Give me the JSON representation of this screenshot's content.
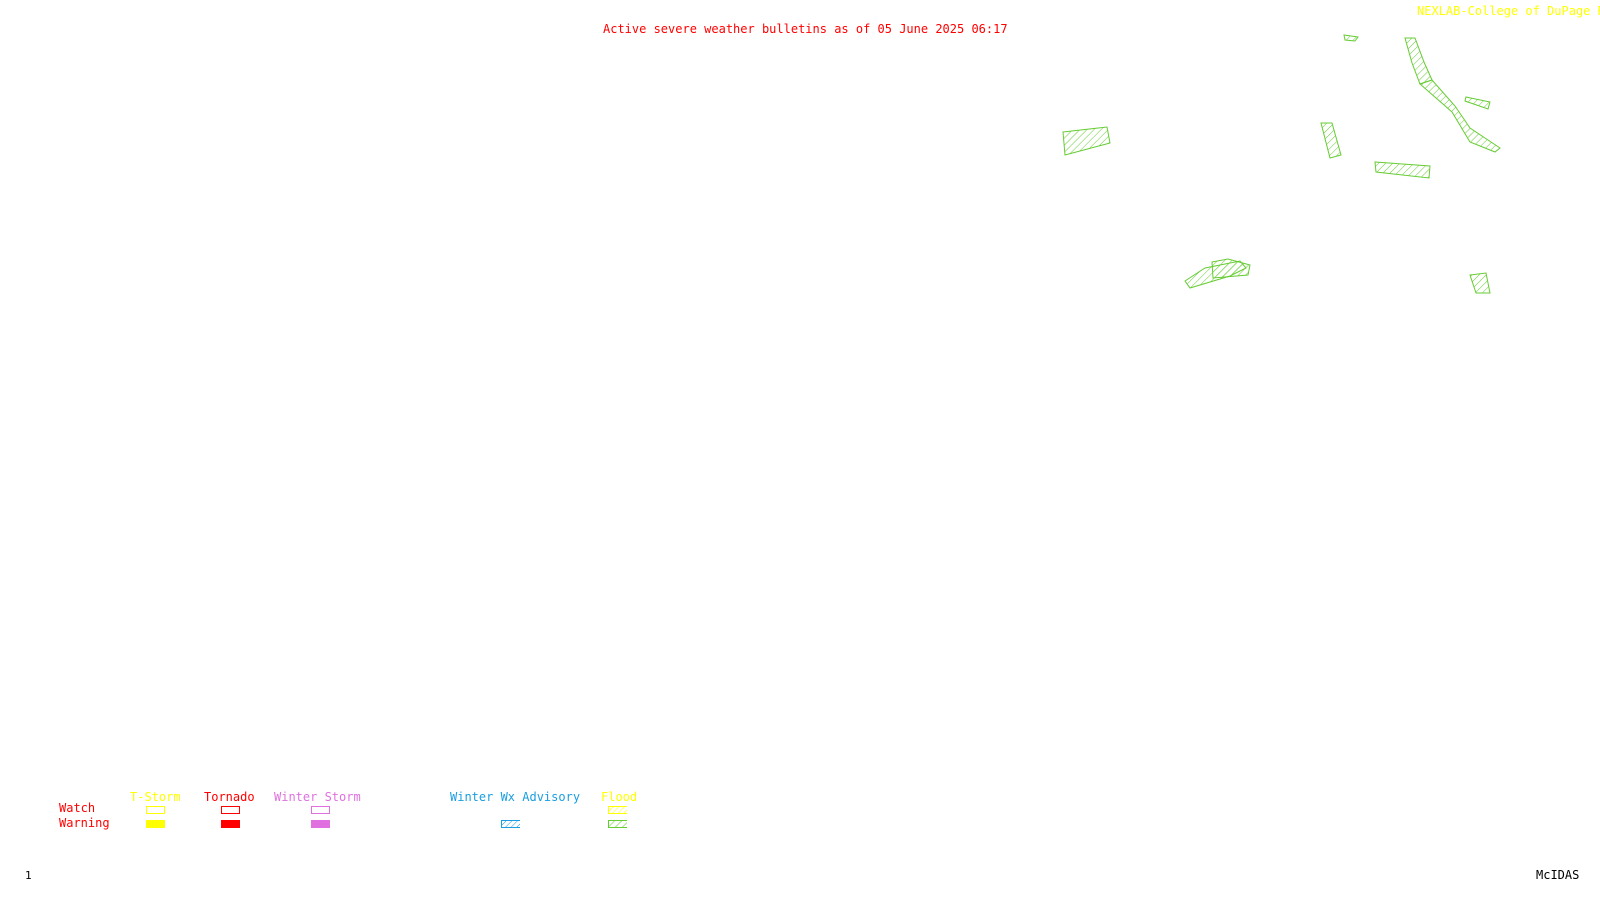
{
  "title": "Active severe weather bulletins as of 05 June 2025 06:17",
  "credit": "NEXLAB-College of DuPage R",
  "frame_number": "1",
  "software": "McIDAS",
  "legend": {
    "row_labels": {
      "watch": "Watch",
      "warning": "Warning"
    },
    "categories": [
      {
        "label": "T-Storm",
        "color": "#ffff00",
        "watch_style": "outline",
        "warning_style": "solid"
      },
      {
        "label": "Tornado",
        "color": "#ff0000",
        "watch_style": "outline",
        "warning_style": "solid"
      },
      {
        "label": "Winter Storm",
        "color": "#e070e0",
        "watch_style": "outline",
        "warning_style": "solid"
      },
      {
        "label": "Winter Wx Advisory",
        "color": "#1a9ee0",
        "warning_style": "hatched"
      },
      {
        "label": "Flood",
        "color": "#ffff00",
        "watch_style": "hatched",
        "warning_style": "hatched",
        "warning_color": "#66cc33"
      }
    ]
  },
  "map": {
    "active_bulletin_type": "Flood Warning",
    "bulletin_color": "#66cc33",
    "polygon_count": 10
  }
}
